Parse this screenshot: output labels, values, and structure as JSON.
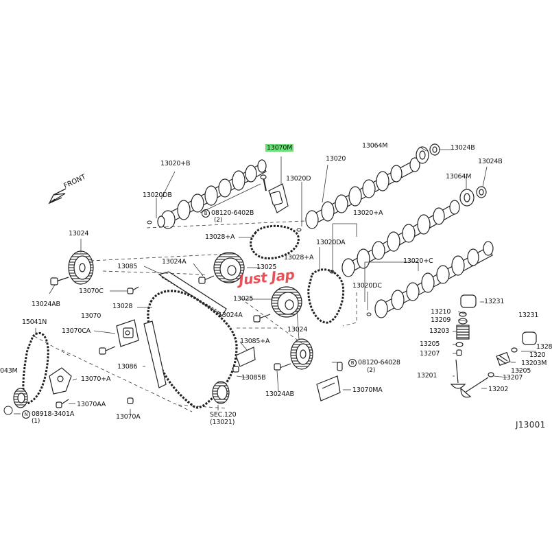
{
  "diagram": {
    "figure_code": "J13001",
    "front_label": "FRONT",
    "watermark": "Just Jap",
    "highlight_color": "#6ee07a",
    "watermark_color": "#e5333a",
    "labels": {
      "l13070M": "13070M",
      "l13020B": "13020+B",
      "l13020": "13020",
      "l13064M_a": "13064M",
      "l13024B_a": "13024B",
      "l13024B_b": "13024B",
      "l13064M_b": "13064M",
      "l13020DB": "13020DB",
      "l13020D": "13020D",
      "l08120_6402B": "08120-6402B",
      "l08120_qty": "(2)",
      "l13020A": "13020+A",
      "l13024": "13024",
      "l13028A_a": "13028+A",
      "l13020DA": "13020DA",
      "l13028A_b": "13028+A",
      "l13085": "13085",
      "l13024A_a": "13024A",
      "l13025_a": "13025",
      "l13020C": "13020+C",
      "l13020DC": "13020DC",
      "l13024AB_a": "13024AB",
      "l13070C": "13070C",
      "l13028": "13028",
      "l13025_b": "13025",
      "l13231_a": "13231",
      "l13210": "13210",
      "l13209": "13209",
      "l15041N": "15041N",
      "l13070": "13070",
      "l13024A_b": "13024A",
      "l13024_b": "13024",
      "l13203": "13203",
      "l13231_b": "13231",
      "l13070CA": "13070CA",
      "l13085A": "13085+A",
      "l13205_a": "13205",
      "l13207_a": "13207",
      "l1328": "1328",
      "l1320": "1320",
      "l13203M": "13203M",
      "l043M": "043M",
      "l13086": "13086",
      "l08120_64028": "08120-64028",
      "l08120_qty2": "(2)",
      "l13201": "13201",
      "l13205_b": "13205",
      "l13207_b": "13207",
      "l13070A_plus": "13070+A",
      "l13085B": "13085B",
      "l13024AB_b": "13024AB",
      "l13070MA": "13070MA",
      "l13202": "13202",
      "l13070AA": "13070AA",
      "l08918_3401A": "08918-3401A",
      "l08918_qty": "(1)",
      "l13070A": "13070A",
      "lSEC120": "SEC.120",
      "lSEC120_ref": "(13021)"
    }
  }
}
